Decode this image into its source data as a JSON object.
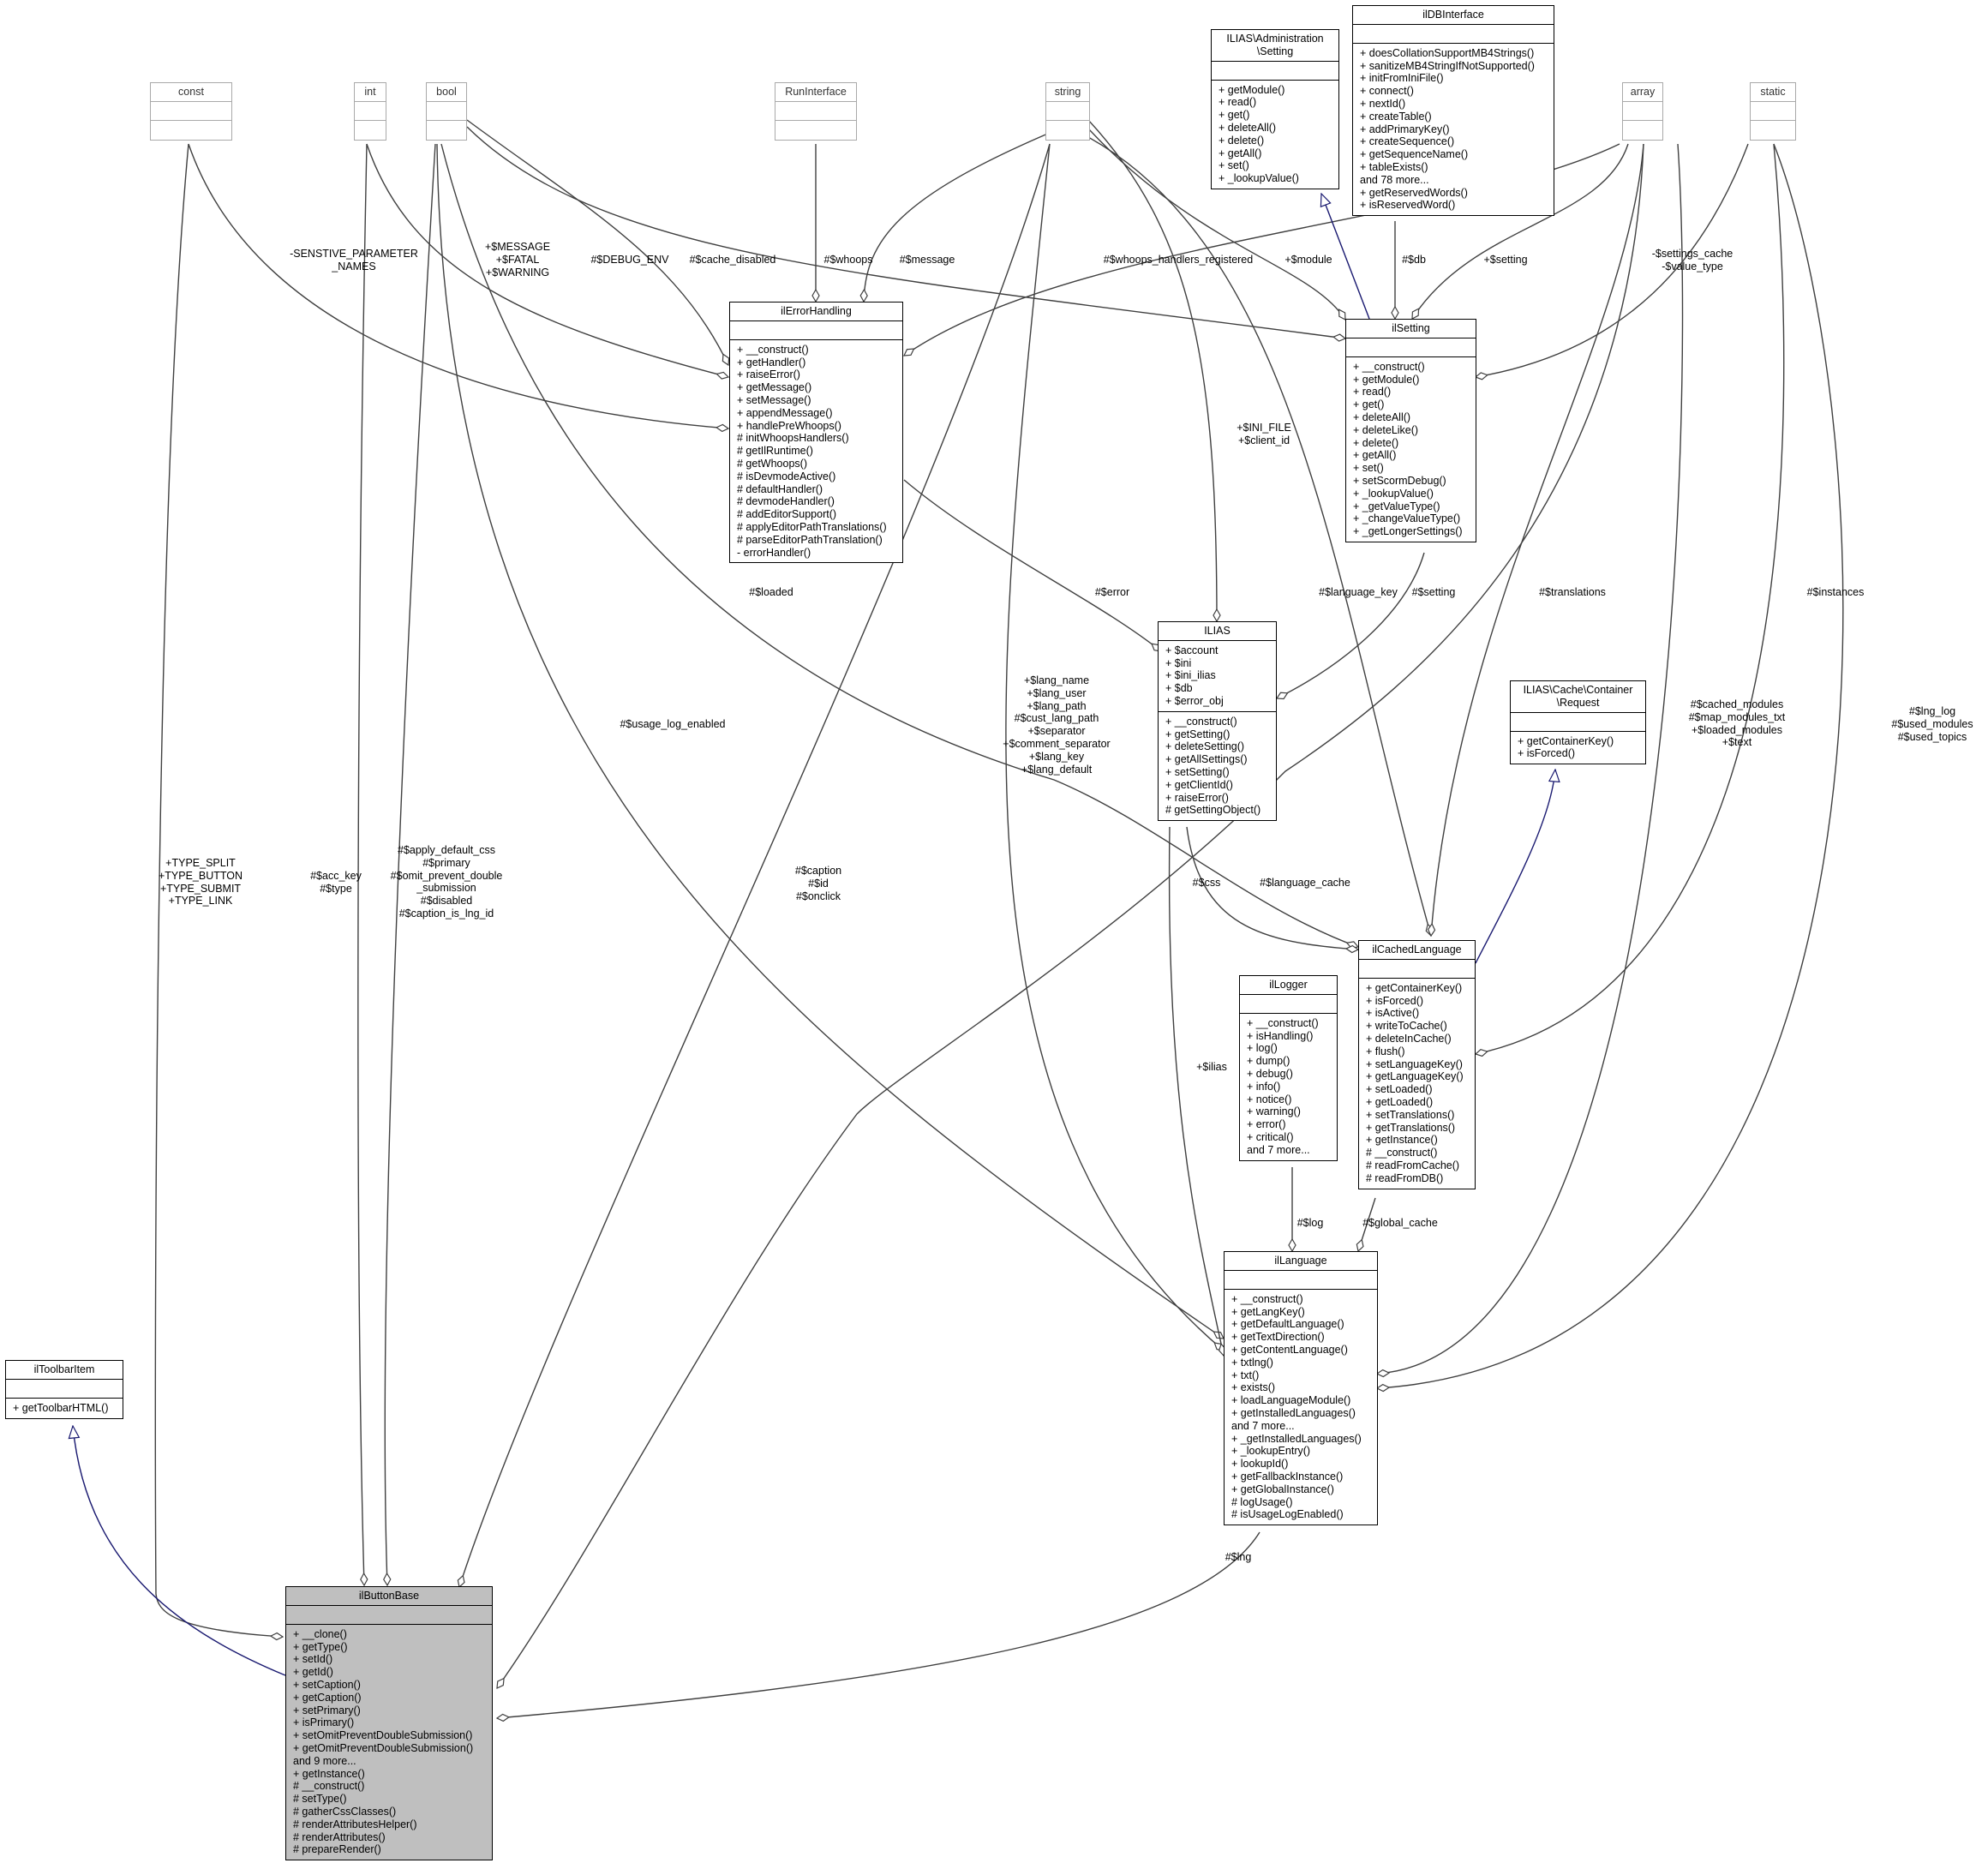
{
  "classes": {
    "ilToolbarItem": {
      "title": "ilToolbarItem",
      "attributes": [],
      "methods": [
        "+ getToolbarHTML()"
      ]
    },
    "ilButtonBase": {
      "title": "ilButtonBase",
      "attributes": [],
      "methods": [
        "+ __clone()",
        "+ getType()",
        "+ setId()",
        "+ getId()",
        "+ setCaption()",
        "+ getCaption()",
        "+ setPrimary()",
        "+ isPrimary()",
        "+ setOmitPreventDoubleSubmission()",
        "+ getOmitPreventDoubleSubmission()",
        "and 9 more...",
        "+ getInstance()",
        "# __construct()",
        "# setType()",
        "# gatherCssClasses()",
        "# renderAttributesHelper()",
        "# renderAttributes()",
        "# prepareRender()"
      ]
    },
    "const": {
      "title": "const",
      "attributes": [],
      "methods": []
    },
    "int": {
      "title": "int",
      "attributes": [],
      "methods": []
    },
    "bool": {
      "title": "bool",
      "attributes": [],
      "methods": []
    },
    "RunInterface": {
      "title": "RunInterface",
      "attributes": [],
      "methods": []
    },
    "string": {
      "title": "string",
      "attributes": [],
      "methods": []
    },
    "array": {
      "title": "array",
      "attributes": [],
      "methods": []
    },
    "static": {
      "title": "static",
      "attributes": [],
      "methods": []
    },
    "AdminSetting": {
      "title": "ILIAS\\Administration\n\\Setting",
      "attributes": [],
      "methods": [
        "+ getModule()",
        "+ read()",
        "+ get()",
        "+ deleteAll()",
        "+ delete()",
        "+ getAll()",
        "+ set()",
        "+ _lookupValue()"
      ]
    },
    "ilDBInterface": {
      "title": "ilDBInterface",
      "attributes": [],
      "methods": [
        "+ doesCollationSupportMB4Strings()",
        "+ sanitizeMB4StringIfNotSupported()",
        "+ initFromIniFile()",
        "+ connect()",
        "+ nextId()",
        "+ createTable()",
        "+ addPrimaryKey()",
        "+ createSequence()",
        "+ getSequenceName()",
        "+ tableExists()",
        "and 78 more...",
        "+ getReservedWords()",
        "+ isReservedWord()"
      ]
    },
    "ilErrorHandling": {
      "title": "ilErrorHandling",
      "attributes": [],
      "methods": [
        "+ __construct()",
        "+ getHandler()",
        "+ raiseError()",
        "+ getMessage()",
        "+ setMessage()",
        "+ appendMessage()",
        "+ handlePreWhoops()",
        "# initWhoopsHandlers()",
        "# getIlRuntime()",
        "# getWhoops()",
        "# isDevmodeActive()",
        "# defaultHandler()",
        "# devmodeHandler()",
        "# addEditorSupport()",
        "# applyEditorPathTranslations()",
        "# parseEditorPathTranslation()",
        "- errorHandler()"
      ]
    },
    "ilSetting": {
      "title": "ilSetting",
      "attributes": [],
      "methods": [
        "+ __construct()",
        "+ getModule()",
        "+ read()",
        "+ get()",
        "+ deleteAll()",
        "+ deleteLike()",
        "+ delete()",
        "+ getAll()",
        "+ set()",
        "+ setScormDebug()",
        "+ _lookupValue()",
        "+ _getValueType()",
        "+ _changeValueType()",
        "+ _getLongerSettings()"
      ]
    },
    "ILIAS": {
      "title": "ILIAS",
      "attributes": [
        "+ $account",
        "+ $ini",
        "+ $ini_ilias",
        "+ $db",
        "+ $error_obj"
      ],
      "methods": [
        "+ __construct()",
        "+ getSetting()",
        "+ deleteSetting()",
        "+ getAllSettings()",
        "+ setSetting()",
        "+ getClientId()",
        "+ raiseError()",
        "# getSettingObject()"
      ]
    },
    "CacheRequest": {
      "title": "ILIAS\\Cache\\Container\n\\Request",
      "attributes": [],
      "methods": [
        "+ getContainerKey()",
        "+ isForced()"
      ]
    },
    "ilCachedLanguage": {
      "title": "ilCachedLanguage",
      "attributes": [],
      "methods": [
        "+ getContainerKey()",
        "+ isForced()",
        "+ isActive()",
        "+ writeToCache()",
        "+ deleteInCache()",
        "+ flush()",
        "+ setLanguageKey()",
        "+ getLanguageKey()",
        "+ setLoaded()",
        "+ getLoaded()",
        "+ setTranslations()",
        "+ getTranslations()",
        "+ getInstance()",
        "# __construct()",
        "# readFromCache()",
        "# readFromDB()"
      ]
    },
    "ilLogger": {
      "title": "ilLogger",
      "attributes": [],
      "methods": [
        "+ __construct()",
        "+ isHandling()",
        "+ log()",
        "+ dump()",
        "+ debug()",
        "+ info()",
        "+ notice()",
        "+ warning()",
        "+ error()",
        "+ critical()",
        "and 7 more..."
      ]
    },
    "ilLanguage": {
      "title": "ilLanguage",
      "attributes": [],
      "methods": [
        "+ __construct()",
        "+ getLangKey()",
        "+ getDefaultLanguage()",
        "+ getTextDirection()",
        "+ getContentLanguage()",
        "+ txtlng()",
        "+ txt()",
        "+ exists()",
        "+ loadLanguageModule()",
        "+ getInstalledLanguages()",
        "and 7 more...",
        "+ _getInstalledLanguages()",
        "+ _lookupEntry()",
        "+ lookupId()",
        "+ getFallbackInstance()",
        "+ getGlobalInstance()",
        "# logUsage()",
        "# isUsageLogEnabled()"
      ]
    }
  },
  "labels": {
    "const_types": [
      "+TYPE_SPLIT",
      "+TYPE_BUTTON",
      "+TYPE_SUBMIT",
      "+TYPE_LINK"
    ],
    "acc_key": [
      "#$acc_key",
      "#$type"
    ],
    "bool_attrs": [
      "#$apply_default_css",
      "#$primary",
      "#$omit_prevent_double",
      "_submission",
      "#$disabled",
      "#$caption_is_lng_id"
    ],
    "caption": [
      "#$caption",
      "#$id",
      "#$onclick"
    ],
    "sensitive": [
      "-SENSTIVE_PARAMETER",
      "_NAMES"
    ],
    "message_consts": [
      "+$MESSAGE",
      "+$FATAL",
      "+$WARNING"
    ],
    "debug_env": [
      "#$DEBUG_ENV"
    ],
    "whoops": [
      "#$whoops"
    ],
    "message": [
      "#$message"
    ],
    "cache_disabled": [
      "#$cache_disabled"
    ],
    "whoops_registered": [
      "#$whoops_handlers_registered"
    ],
    "module": [
      "+$module"
    ],
    "db": [
      "#$db"
    ],
    "setting_plus": [
      "+$setting"
    ],
    "settings_cache": [
      "-$settings_cache",
      "-$value_type"
    ],
    "ini_file": [
      "+$INI_FILE",
      "+$client_id"
    ],
    "loaded": [
      "#$loaded"
    ],
    "error": [
      "#$error"
    ],
    "usage_log": [
      "#$usage_log_enabled"
    ],
    "lang_fields": [
      "+$lang_name",
      "+$lang_user",
      "+$lang_path",
      "#$cust_lang_path",
      "+$separator",
      "+$comment_separator",
      "+$lang_key",
      "+$lang_default"
    ],
    "language_key": [
      "#$language_key"
    ],
    "setting_hash": [
      "#$setting"
    ],
    "translations": [
      "#$translations"
    ],
    "instances": [
      "#$instances"
    ],
    "cached_modules": [
      "#$cached_modules",
      "#$map_modules_txt",
      "+$loaded_modules",
      "+$text"
    ],
    "lng_log": [
      "#$lng_log",
      "#$used_modules",
      "#$used_topics"
    ],
    "css": [
      "#$css"
    ],
    "language_cache": [
      "#$language_cache"
    ],
    "ilias_ref": [
      "+$ilias"
    ],
    "log": [
      "#$log"
    ],
    "global_cache": [
      "#$global_cache"
    ],
    "lng": [
      "#$lng"
    ]
  },
  "colors": {
    "aggregation": "#404040",
    "inheritance": "#191970",
    "focus_fill": "#bfbfbf",
    "primitive_border": "#a9a9a9"
  }
}
